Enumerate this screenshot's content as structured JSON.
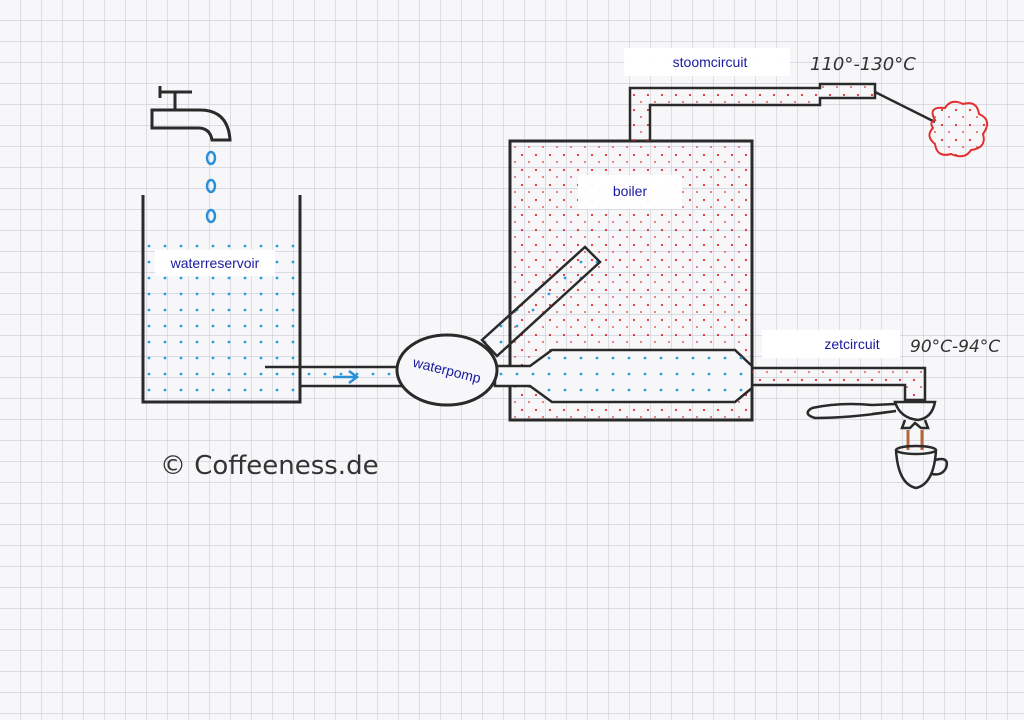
{
  "labels": {
    "reservoir": "waterreservoir",
    "pump": "waterpomp",
    "boiler": "boiler",
    "steam": "stoomcircuit",
    "brew": "zetcircuit"
  },
  "temperatures": {
    "steam": "110°-130°C",
    "brew": "90°C-94°C"
  },
  "copyright": "© Coffeeness.de",
  "colors": {
    "water": "#2aa0e0",
    "heat": "#e03030",
    "label": "#1a1aa0",
    "ink": "#2a2a2a",
    "grid": "#c8ccd8"
  }
}
